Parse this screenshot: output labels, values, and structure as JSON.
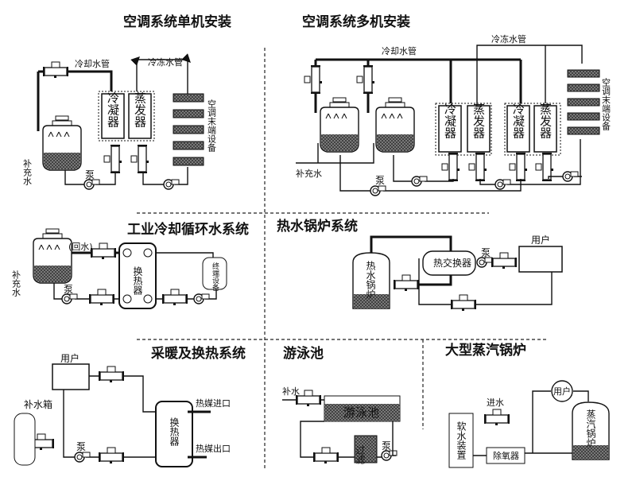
{
  "sections": {
    "single": {
      "title": "空调系统单机安装",
      "cooling_pipe": "冷却水管",
      "chilled_pipe": "冷冻水管",
      "condenser": "冷凝器",
      "evaporator": "蒸发器",
      "terminal": "空调末端设备",
      "makeup": "补充水",
      "pump": "泵"
    },
    "multi": {
      "title": "空调系统多机安装",
      "cooling_pipe": "冷却水管",
      "chilled_pipe": "冷冻水管",
      "condenser": "冷凝器",
      "evaporator": "蒸发器",
      "terminal": "空调末端设备",
      "makeup": "补充水",
      "pump": "泵"
    },
    "industrial": {
      "title": "工业冷却循环水系统",
      "return": "(回水)",
      "exchanger": "换热器",
      "terminal": "终端设备",
      "makeup": "补充水",
      "pump": "泵"
    },
    "hotwater": {
      "title": "热水锅炉系统",
      "boiler": "热水锅炉",
      "exchanger": "热交换器",
      "pump": "泵",
      "user": "用户"
    },
    "heating": {
      "title": "采暖及换热系统",
      "user": "用户",
      "tank": "补水箱",
      "pump": "泵",
      "exchanger": "换热器",
      "inlet": "热媒进口",
      "outlet": "热媒出口"
    },
    "pool": {
      "title": "游泳池",
      "makeup": "补水",
      "pool": "游泳池",
      "filter": "过滤",
      "pump": "泵"
    },
    "steam": {
      "title": "大型蒸汽锅炉",
      "inlet": "进水",
      "user": "用户",
      "softener": "软水装置",
      "deaerator": "除氧器",
      "boiler": "蒸汽锅炉"
    }
  }
}
